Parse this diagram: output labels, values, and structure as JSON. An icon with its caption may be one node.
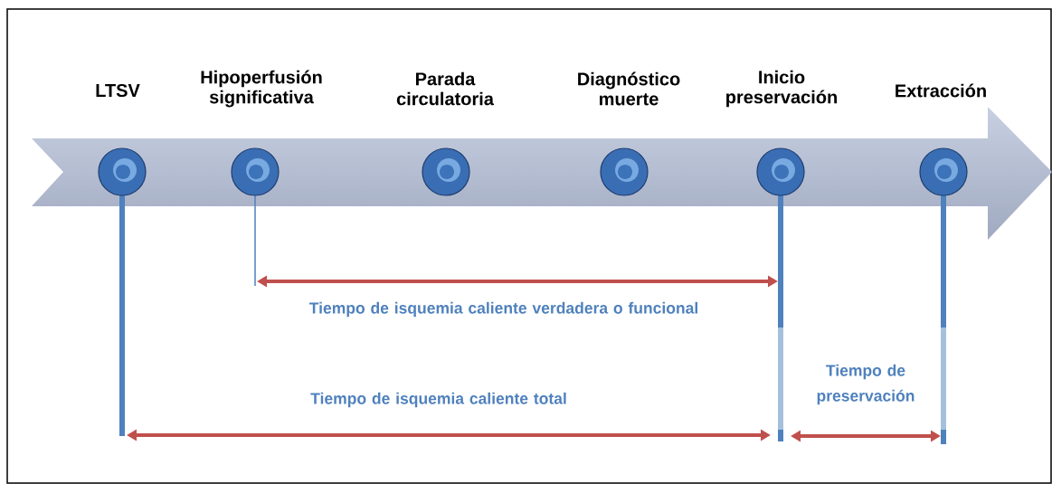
{
  "diagram": {
    "nodes": [
      {
        "text": [
          "LTSV"
        ]
      },
      {
        "text": [
          "Hipoperfusión significativa"
        ]
      },
      {
        "text": [
          "Parada circulatoria"
        ]
      },
      {
        "text": [
          "Diagnóstico muerte"
        ]
      },
      {
        "text": [
          "Inicio preservación"
        ]
      },
      {
        "text": [
          "Extracción"
        ]
      }
    ],
    "labels": [
      "Tiempo de isquemia caliente verdadera o funcional",
      "Tiempo de isquemia caliente total",
      "Tiempo de preservación"
    ]
  }
}
